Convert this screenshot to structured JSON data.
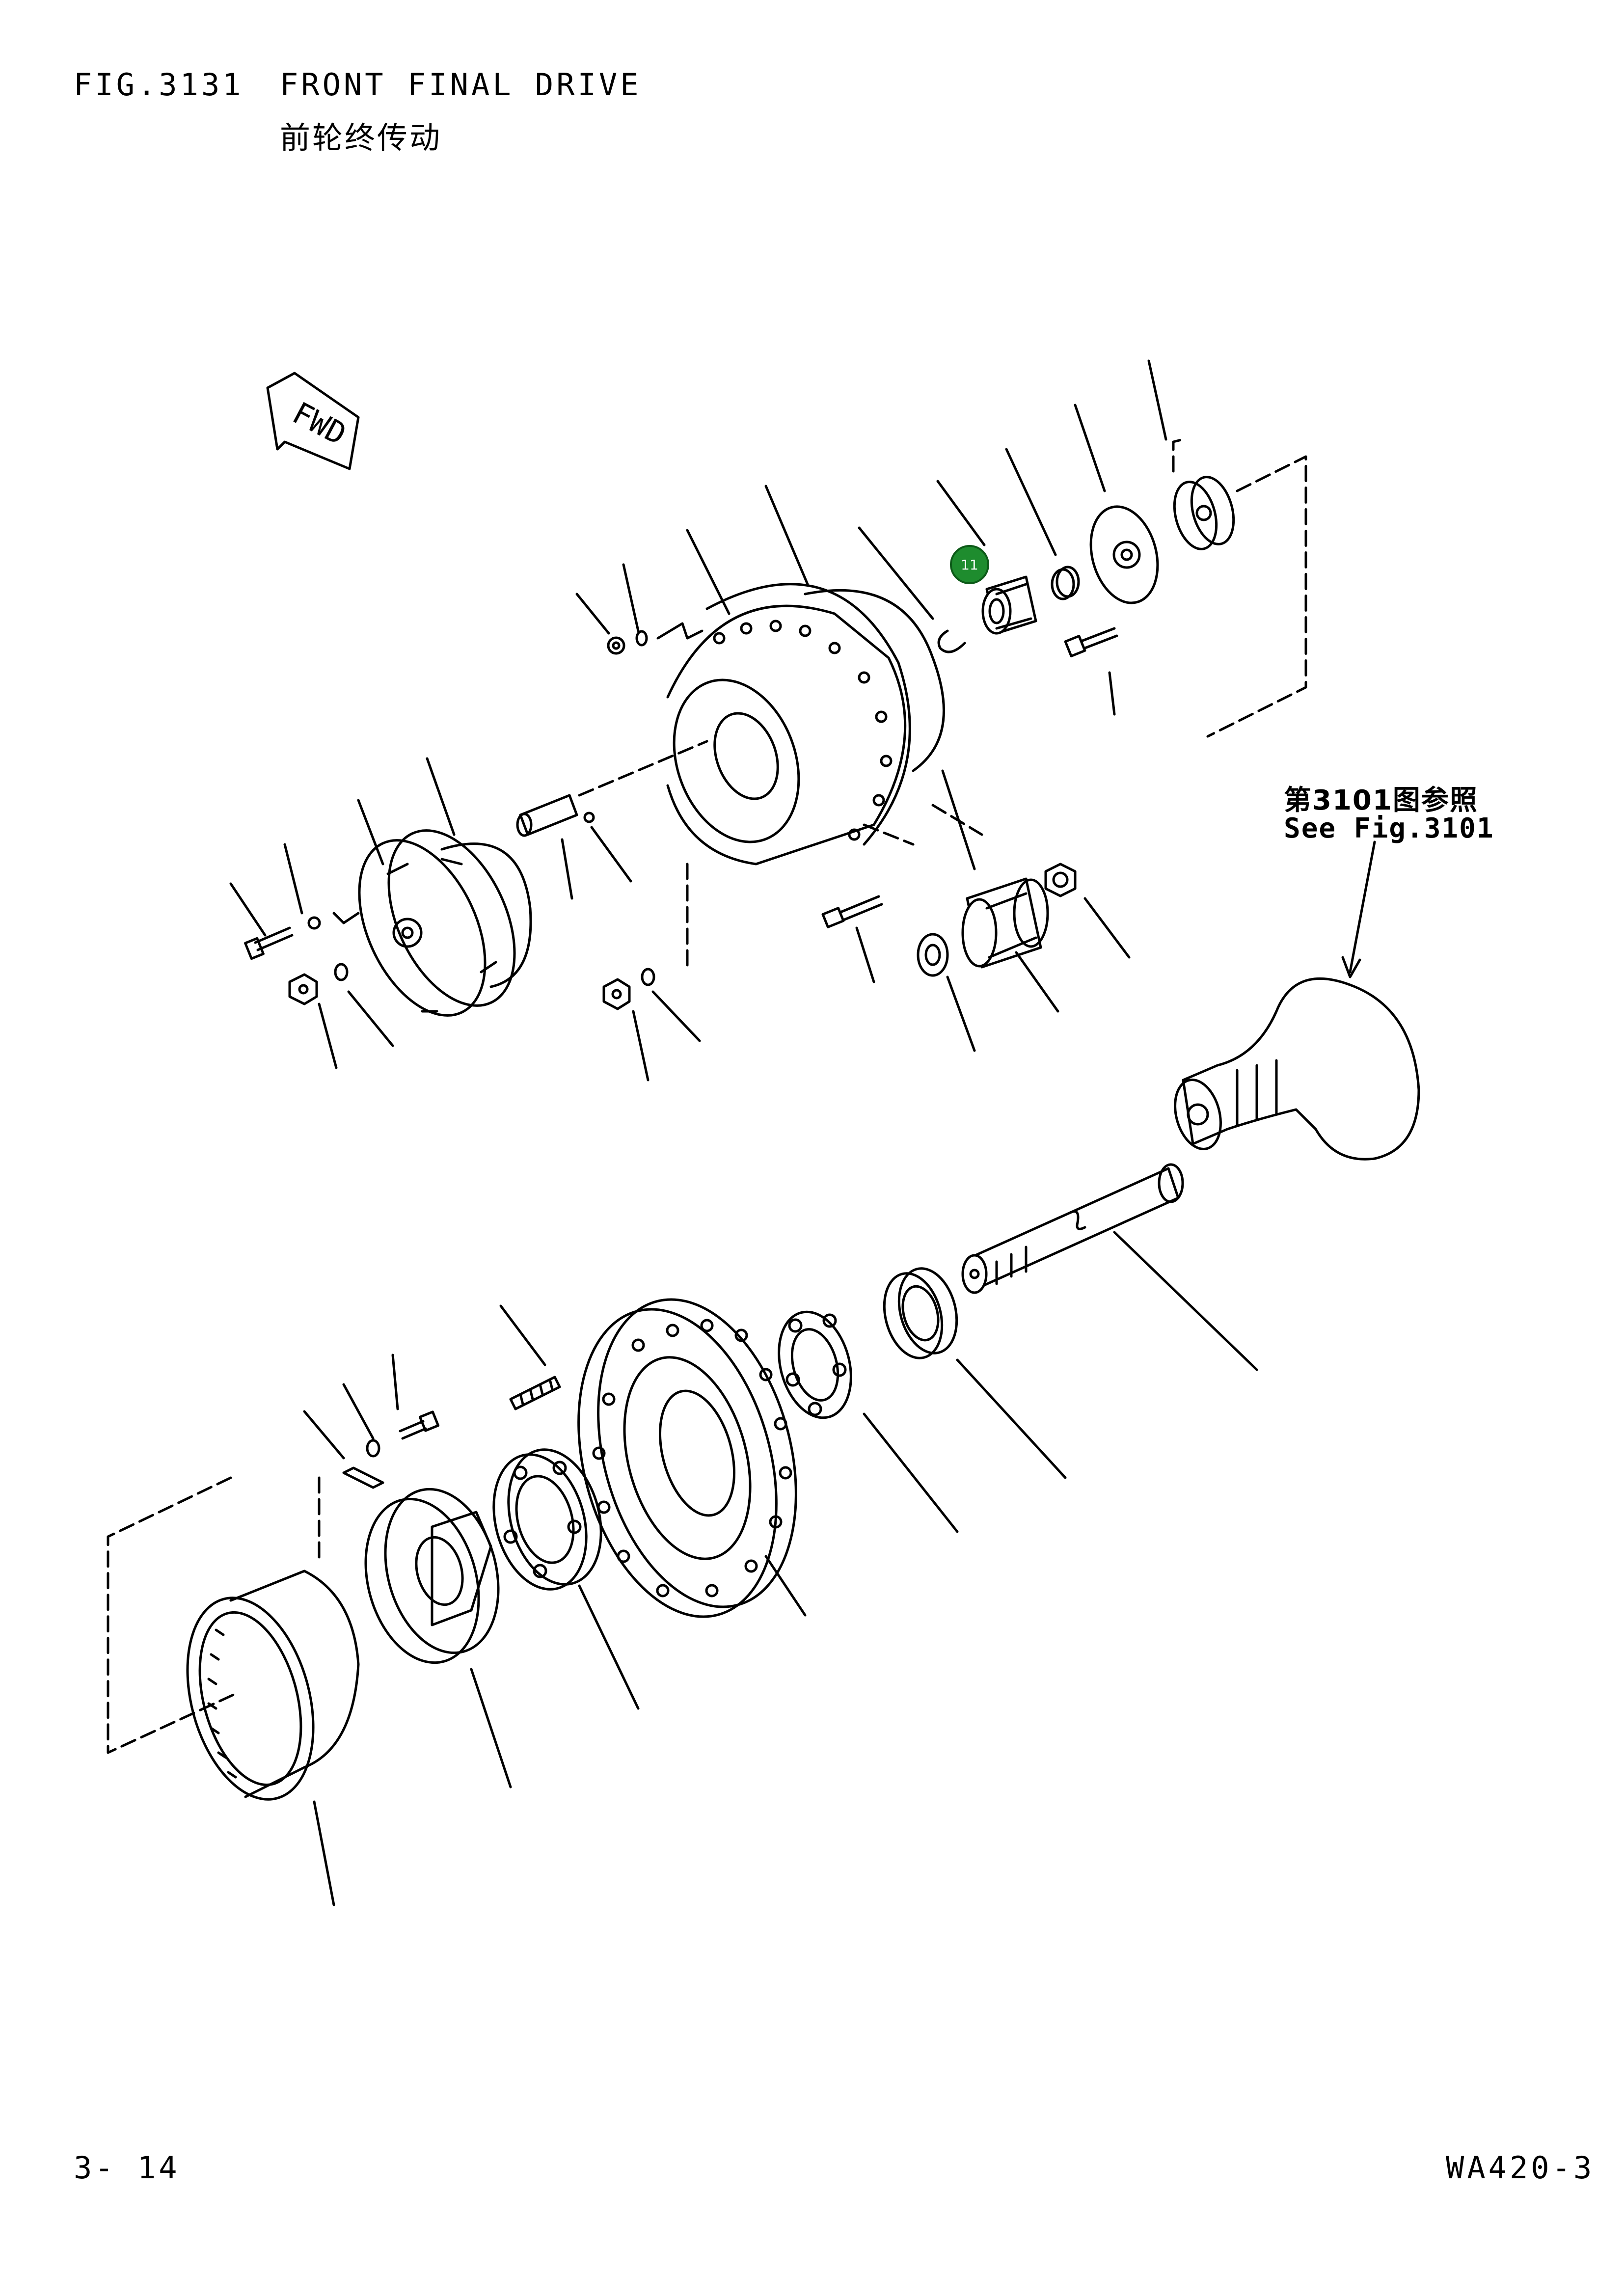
{
  "header": {
    "fig_code": "FIG.3131",
    "title": "FRONT FINAL DRIVE",
    "title_cn": "前轮终传动"
  },
  "footer": {
    "page": "3- 14",
    "model": "WA420-3"
  },
  "diagram": {
    "direction_label": "FWD",
    "reference_cn": "第3101图参照",
    "reference_en": "See Fig.3101",
    "callout_label": "11",
    "callout_color": "#1e8c2e"
  }
}
